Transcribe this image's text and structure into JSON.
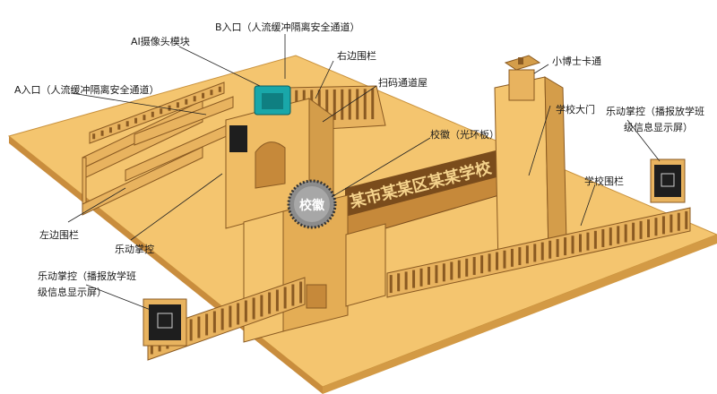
{
  "labels": {
    "b_entrance": "B入口（人流缓冲隔离安全通道）",
    "ai_camera": "AI摄像头模块",
    "right_fence": "右边围栏",
    "scan_gate": "扫码通道屋",
    "a_entrance": "A入口（人流缓冲隔离安全通道）",
    "dr_card": "小博士卡通",
    "school_gate": "学校大门",
    "school_badge": "校徽（光环板）",
    "left_fence": "左边围栏",
    "mpython_left": "乐动掌控",
    "mpython_right_l1": "乐动掌控（播报放学班",
    "mpython_right_l2": "级信息显示屏）",
    "school_fence": "学校围栏",
    "mpython_bl_l1": "乐动掌控（播报放学班",
    "mpython_bl_l2": "级信息显示屏）"
  },
  "badge_text": "校徽",
  "sign_text": "某市某某区某某学校",
  "colors": {
    "wood": "#f4c56f",
    "wood_side": "#d9a54c",
    "wood_dark": "#9a6426",
    "camera": "#19a7a9",
    "board": "#1e1e1e"
  }
}
